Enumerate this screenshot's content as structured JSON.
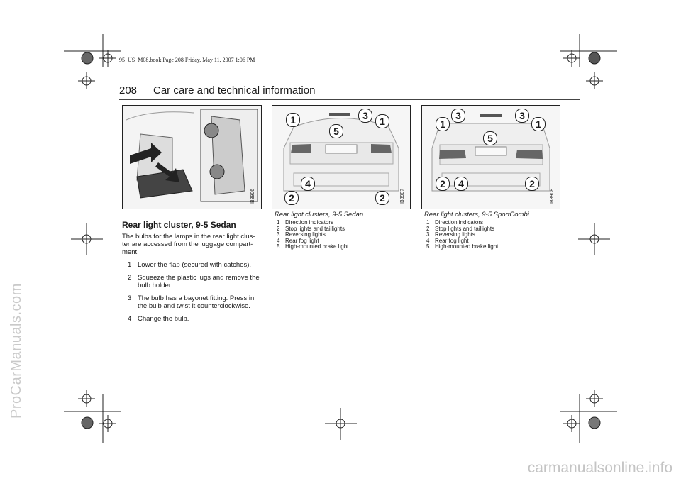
{
  "book_header": "95_US_M08.book  Page 208  Friday, May 11, 2007  1:06 PM",
  "page": {
    "number": "208",
    "section_title": "Car care and technical information"
  },
  "figures": [
    {
      "code": "IB3906"
    },
    {
      "code": "IB3907",
      "callouts": [
        "1",
        "5",
        "3",
        "1",
        "4",
        "2",
        "2"
      ]
    },
    {
      "code": "IB3908",
      "callouts": [
        "1",
        "3",
        "5",
        "3",
        "1",
        "2",
        "4",
        "2"
      ]
    }
  ],
  "article": {
    "heading": "Rear light cluster, 9-5 Sedan",
    "intro": "The bulbs for the lamps in the rear light clus-ter are accessed from the luggage compart-ment.",
    "steps": [
      {
        "num": "1",
        "text": "Lower the flap (secured with catches)."
      },
      {
        "num": "2",
        "text": "Squeeze the plastic lugs and remove the bulb holder."
      },
      {
        "num": "3",
        "text": "The bulb has a bayonet fitting. Press in the bulb and twist it counterclockwise."
      },
      {
        "num": "4",
        "text": "Change the bulb."
      }
    ]
  },
  "sedan_legend": {
    "caption": "Rear light clusters, 9-5 Sedan",
    "items": [
      {
        "num": "1",
        "text": "Direction indicators"
      },
      {
        "num": "2",
        "text": "Stop lights and taillights"
      },
      {
        "num": "3",
        "text": "Reversing lights"
      },
      {
        "num": "4",
        "text": "Rear fog light"
      },
      {
        "num": "5",
        "text": "High-mounted brake light"
      }
    ]
  },
  "sportcombi_legend": {
    "caption": "Rear light clusters, 9-5 SportCombi",
    "items": [
      {
        "num": "1",
        "text": "Direction indicators"
      },
      {
        "num": "2",
        "text": "Stop lights and taillights"
      },
      {
        "num": "3",
        "text": "Reversing lights"
      },
      {
        "num": "4",
        "text": "Rear fog light"
      },
      {
        "num": "5",
        "text": "High-mounted brake light"
      }
    ]
  },
  "watermarks": {
    "side": "ProCarManuals.com",
    "bottom": "carmanualsonline.info"
  }
}
